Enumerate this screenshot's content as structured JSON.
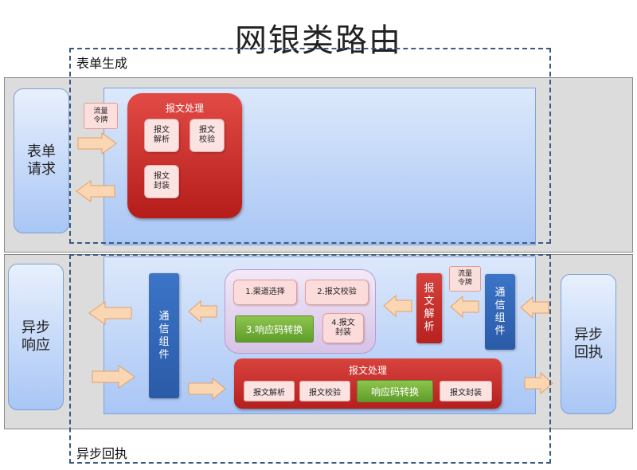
{
  "title": "网银类路由",
  "frames": {
    "top_label": "表单生成",
    "bottom_label": "异步回执"
  },
  "left_top": {
    "label": "表单请求"
  },
  "left_bottom": {
    "label": "异步响应"
  },
  "right_bottom": {
    "label": "异步回执"
  },
  "top_section": {
    "token": "流量令牌",
    "processing": {
      "title": "报文处理",
      "items": [
        "报文解析",
        "报文校验",
        "报文封装"
      ]
    }
  },
  "bottom_section": {
    "left_comm": "通信组件",
    "right_comm": "通信组件",
    "token": "流量令牌",
    "parse_bar": "报文解析",
    "steps": [
      "1.渠道选择",
      "2.报文校验",
      "3.响应码转换",
      "4.报文封装"
    ],
    "processing": {
      "title": "报文处理",
      "items": [
        "报文解析",
        "报文校验",
        "响应码转换",
        "报文封装"
      ]
    }
  },
  "colors": {
    "red": "#c62b28",
    "blue": "#3366b4",
    "green": "#6fae36",
    "arrow_fill": "#fbd6b2",
    "arrow_stroke": "#e3a066",
    "panel": "#bcd4f8",
    "frame_dash": "#3a5a82"
  }
}
